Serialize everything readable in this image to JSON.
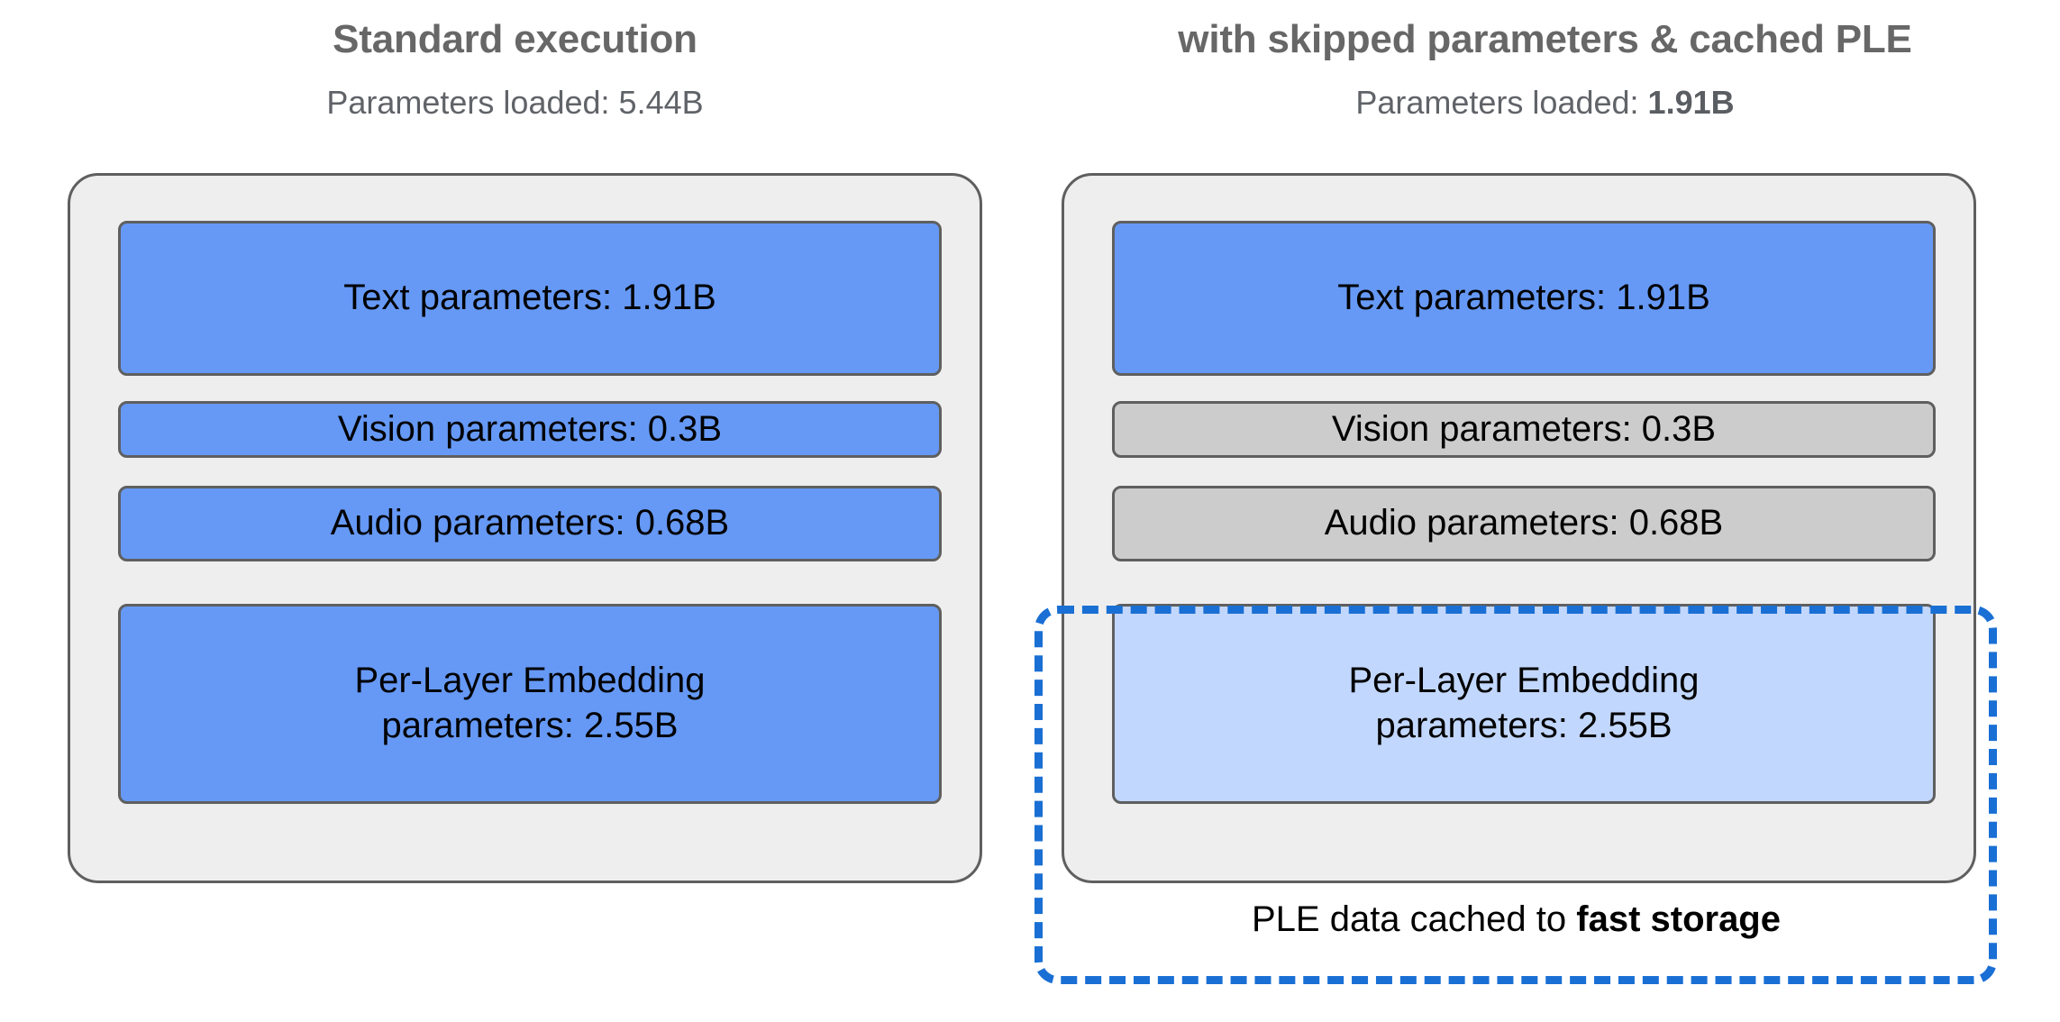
{
  "colors": {
    "blue": "#6699f5",
    "light_blue": "#c2d7fd",
    "gray": "#cccccc",
    "container_bg": "#eeeeee",
    "border": "#5f5f5f",
    "dashed_accent": "#1a6fd4",
    "title_gray": "#676767",
    "subtitle_gray": "#606368"
  },
  "panels": [
    {
      "id": "standard",
      "title": "Standard execution",
      "subtitle_prefix": "Parameters loaded: ",
      "subtitle_value": "5.44B",
      "subtitle_value_bold": false,
      "blocks": [
        {
          "name": "text",
          "label": "Text parameters: 1.91B",
          "state": "loaded",
          "fill": "blue",
          "value": "1.91B"
        },
        {
          "name": "vision",
          "label": "Vision parameters: 0.3B",
          "state": "loaded",
          "fill": "blue",
          "value": "0.3B"
        },
        {
          "name": "audio",
          "label": "Audio parameters: 0.68B",
          "state": "loaded",
          "fill": "blue",
          "value": "0.68B"
        },
        {
          "name": "ple",
          "label_line1": "Per-Layer Embedding",
          "label_line2": "parameters: 2.55B",
          "state": "loaded",
          "fill": "blue",
          "value": "2.55B"
        }
      ]
    },
    {
      "id": "skipped",
      "title": "with skipped parameters & cached PLE",
      "subtitle_prefix": "Parameters loaded: ",
      "subtitle_value": "1.91B",
      "subtitle_value_bold": true,
      "blocks": [
        {
          "name": "text",
          "label": "Text parameters: 1.91B",
          "state": "loaded",
          "fill": "blue",
          "value": "1.91B"
        },
        {
          "name": "vision",
          "label": "Vision parameters: 0.3B",
          "state": "skipped",
          "fill": "gray",
          "value": "0.3B"
        },
        {
          "name": "audio",
          "label": "Audio parameters: 0.68B",
          "state": "skipped",
          "fill": "gray",
          "value": "0.68B"
        },
        {
          "name": "ple",
          "label_line1": "Per-Layer Embedding",
          "label_line2": "parameters: 2.55B",
          "state": "cached",
          "fill": "light_blue",
          "value": "2.55B"
        }
      ],
      "cache_caption_prefix": "PLE data cached to ",
      "cache_caption_emphasis": "fast storage"
    }
  ]
}
